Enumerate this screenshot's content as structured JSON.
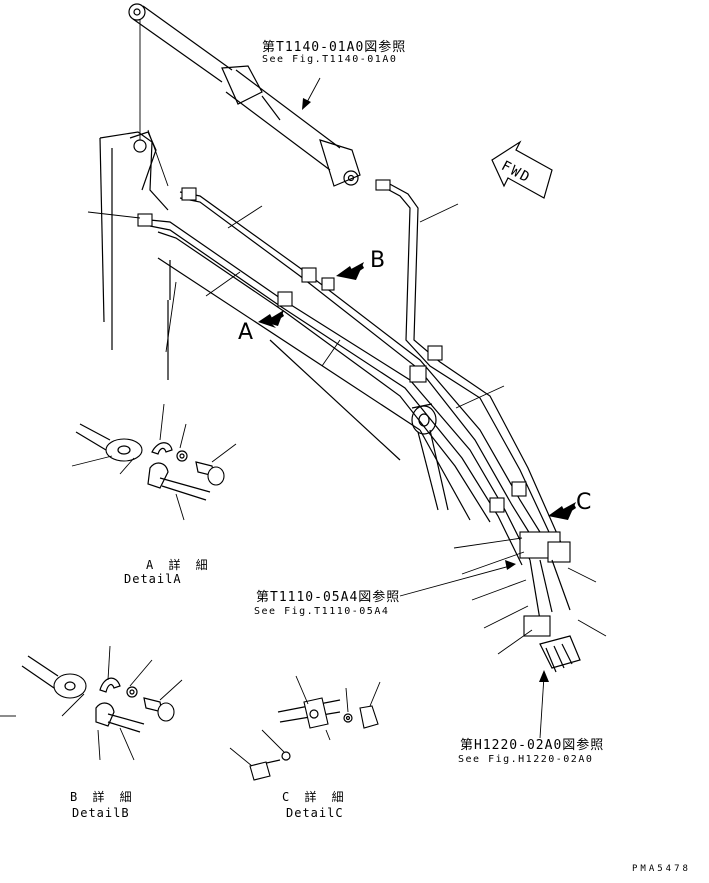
{
  "refs": {
    "t1140_jp": "第T1140-01A0図参照",
    "t1140_en": "See Fig.T1140-01A0",
    "t1110_jp": "第T1110-05A4図参照",
    "t1110_en": "See Fig.T1110-05A4",
    "h1220_jp": "第H1220-02A0図参照",
    "h1220_en": "See Fig.H1220-02A0"
  },
  "views": {
    "a": "A",
    "b": "B",
    "c": "C"
  },
  "direction_label": "FWD",
  "details": {
    "a_jp": "A 詳 細",
    "a_en": "DetailA",
    "b_jp": "B 詳 細",
    "b_en": "DetailB",
    "c_jp": "C 詳 細",
    "c_en": "DetailC"
  },
  "drawing_id": "PMA5478"
}
